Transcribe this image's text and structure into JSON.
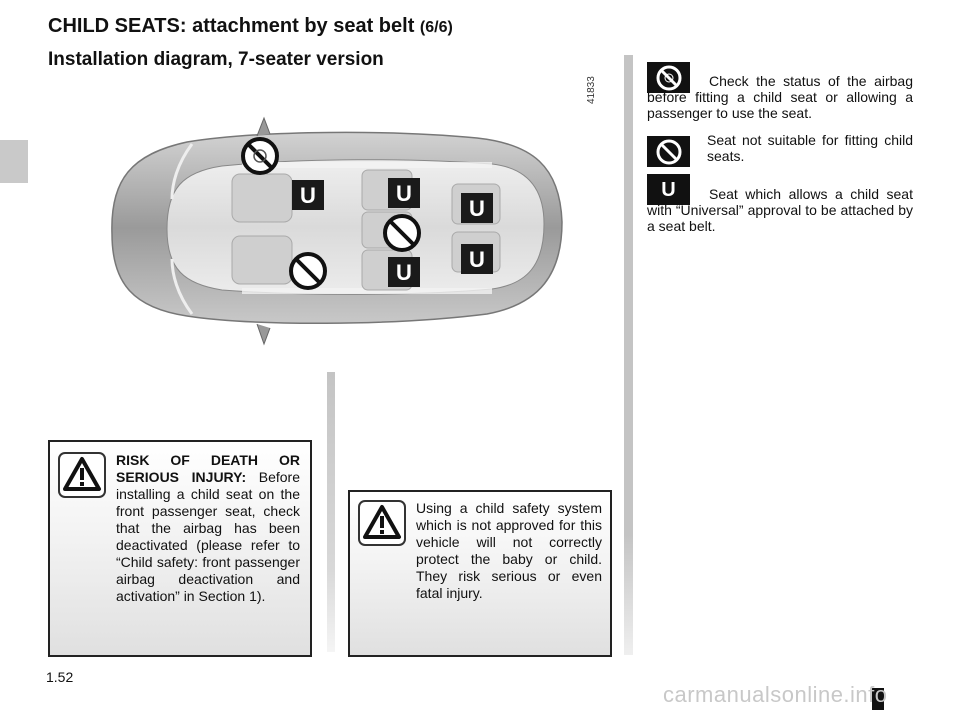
{
  "header": {
    "title": "CHILD SEATS: attachment by seat belt",
    "title_suffix": "(6/6)",
    "subtitle": "Installation diagram, 7-seater version"
  },
  "diagram": {
    "code": "41833",
    "seat_marker_label": "U"
  },
  "legend": [
    {
      "icon": "airbag-child-seat-prohibited-icon",
      "text": "Check the status of the airbag before fitting a child seat or allowing a passenger to use the seat."
    },
    {
      "icon": "prohibited-icon",
      "text": "Seat not suitable for fitting child seats."
    },
    {
      "icon": "universal-u-icon",
      "icon_label": "U",
      "text": "Seat which allows a child seat with “Universal” approval to be attached by a seat belt."
    }
  ],
  "warnings": {
    "left": {
      "lead": "RISK OF DEATH OR SERIOUS INJURY:",
      "text": "Before installing a child seat on the front passenger seat, check that the airbag has been deactivated (please refer to “Child safety: front passenger airbag deactivation and activation” in Section 1)."
    },
    "right": {
      "text": "Using a child safety system which is not approved for this vehicle will not correctly protect the baby or child. They risk serious or even fatal injury."
    }
  },
  "footer": {
    "page_number": "1.52",
    "watermark": "carmanualsonline.info"
  },
  "colors": {
    "text": "#111111",
    "side_tab": "#c9c9c9",
    "divider": "#c4c4c4",
    "watermark": "#c8c8c8"
  }
}
